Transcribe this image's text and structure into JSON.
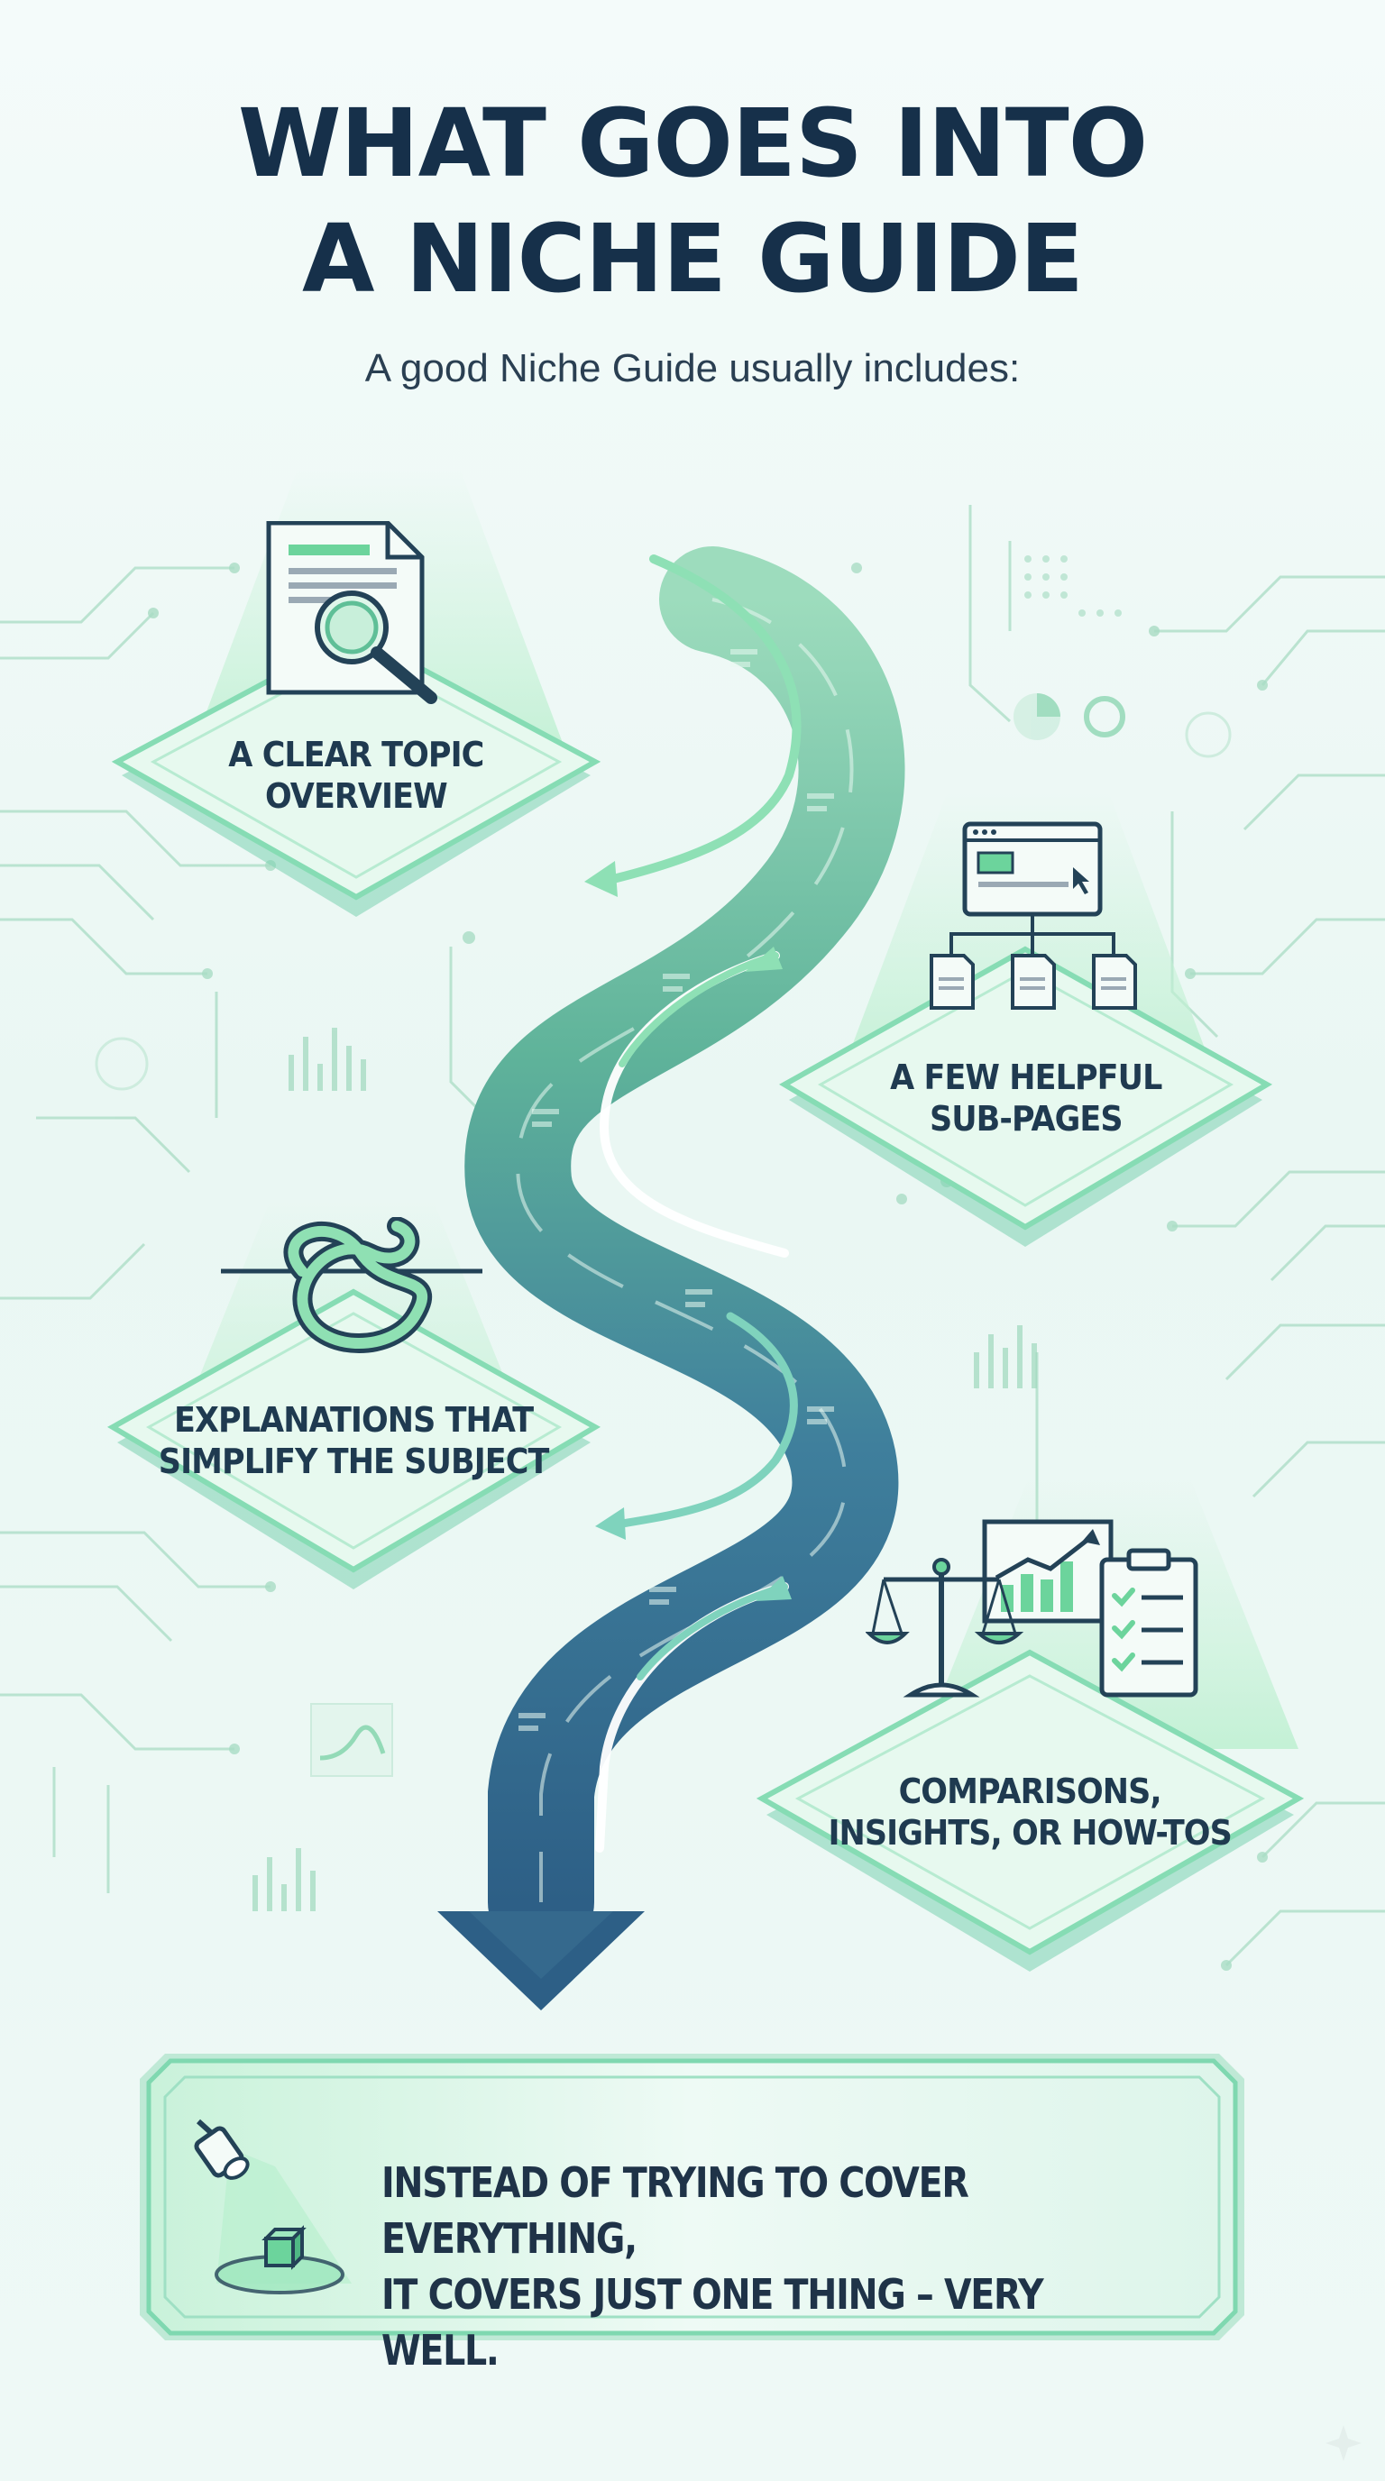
{
  "title": {
    "line1": "WHAT GOES INTO",
    "line2": "A NICHE GUIDE"
  },
  "subtitle": "A good Niche Guide usually includes:",
  "items": [
    {
      "label": "A CLEAR TOPIC\nOVERVIEW",
      "icon": "document-magnifier-icon"
    },
    {
      "label": "A FEW HELPFUL\nSUB-PAGES",
      "icon": "sitemap-pages-icon"
    },
    {
      "label": "EXPLANATIONS THAT\nSIMPLIFY THE SUBJECT",
      "icon": "knot-icon"
    },
    {
      "label": "COMPARISONS,\nINSIGHTS, OR HOW-TOS",
      "icon": "scale-chart-checklist-icon"
    }
  ],
  "callout": {
    "line1": "INSTEAD OF TRYING TO COVER EVERYTHING,",
    "line2": "IT COVERS JUST ONE THING – VERY WELL.",
    "icon": "spotlight-cube-icon"
  },
  "colors": {
    "title": "#16304a",
    "accent_green": "#5fd38f",
    "road_light": "#6cc79a",
    "road_dark": "#2f6d8e",
    "card_fill": "#e6f8ef",
    "card_edge": "#7fd8b0"
  }
}
